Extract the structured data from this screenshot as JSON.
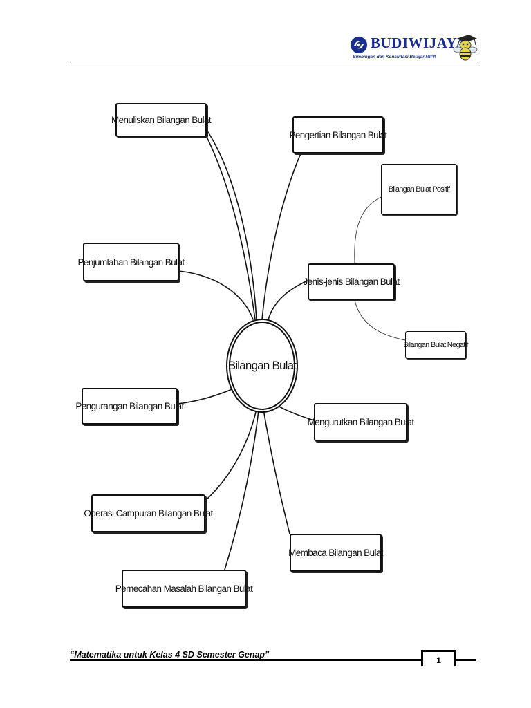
{
  "header": {
    "brand_name": "BUDIWIJAYA",
    "brand_tagline": "Bimbingan dan Konsultasi Belajar MIPA"
  },
  "diagram": {
    "center": "Bilangan Bulat",
    "branches": [
      "Menuliskan Bilangan Bulat",
      "Pengertian Bilangan Bulat",
      "Penjumlahan Bilangan Bulat",
      "Jenis-jenis Bilangan Bulat",
      "Pengurangan Bilangan Bulat",
      "Mengurutkan Bilangan Bulat",
      "Operasi Campuran Bilangan Bulat",
      "Membaca Bilangan Bulat",
      "Pemecahan Masalah Bilangan Bulat"
    ],
    "sub_branches": [
      "Bilangan Bulat Positif",
      "Bilangan Bulat Negatif"
    ]
  },
  "footer": {
    "title": "“Matematika untuk Kelas 4 SD Semester Genap”",
    "page_number": "1"
  },
  "colors": {
    "brand_blue": "#1a2e8f",
    "line": "#111111"
  }
}
